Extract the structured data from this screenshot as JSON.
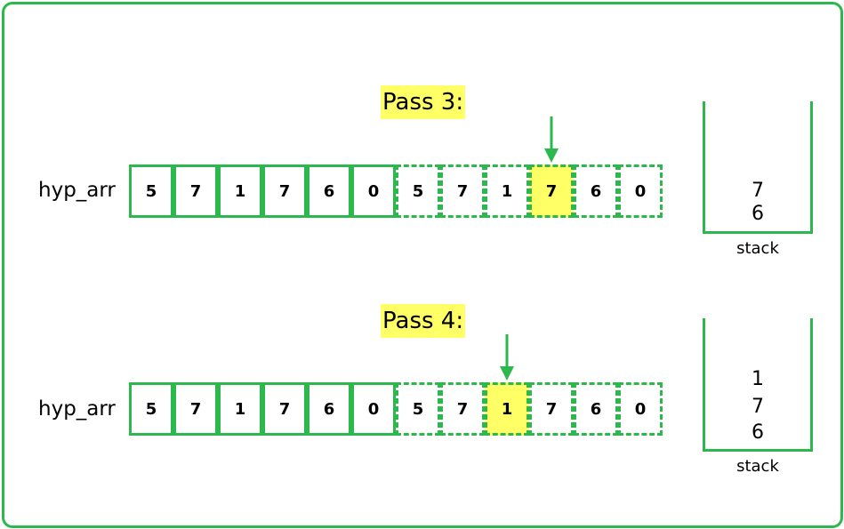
{
  "passes": [
    {
      "title": "Pass 3:",
      "array_label": "hyp_arr",
      "cells": [
        "5",
        "7",
        "1",
        "7",
        "6",
        "0",
        "5",
        "7",
        "1",
        "7",
        "6",
        "0"
      ],
      "highlight_index": 9,
      "stack_items": [
        "7",
        "6"
      ],
      "stack_label": "stack"
    },
    {
      "title": "Pass 4:",
      "array_label": "hyp_arr",
      "cells": [
        "5",
        "7",
        "1",
        "7",
        "6",
        "0",
        "5",
        "7",
        "1",
        "7",
        "6",
        "0"
      ],
      "highlight_index": 8,
      "stack_items": [
        "1",
        "7",
        "6"
      ],
      "stack_label": "stack"
    }
  ],
  "colors": {
    "accent": "#2db84d",
    "highlight": "#ffff66"
  }
}
